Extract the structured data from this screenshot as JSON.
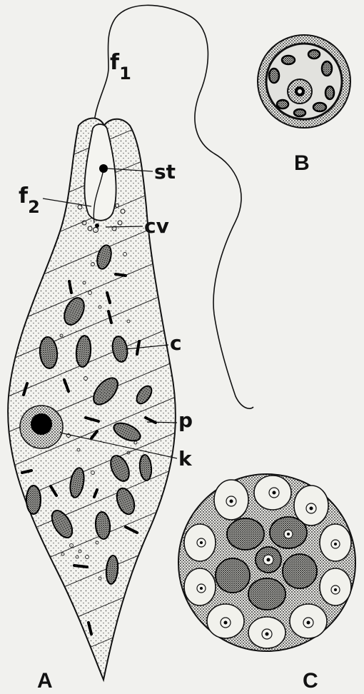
{
  "labels": {
    "f1_letter": "f",
    "f1_sub": "1",
    "f2_letter": "f",
    "f2_sub": "2",
    "st": "st",
    "cv": "cv",
    "c": "c",
    "p": "p",
    "k": "k"
  },
  "panels": {
    "a": "A",
    "b": "B",
    "c": "C"
  },
  "colors": {
    "ink": "#111111",
    "paper": "#f1f1ee"
  }
}
